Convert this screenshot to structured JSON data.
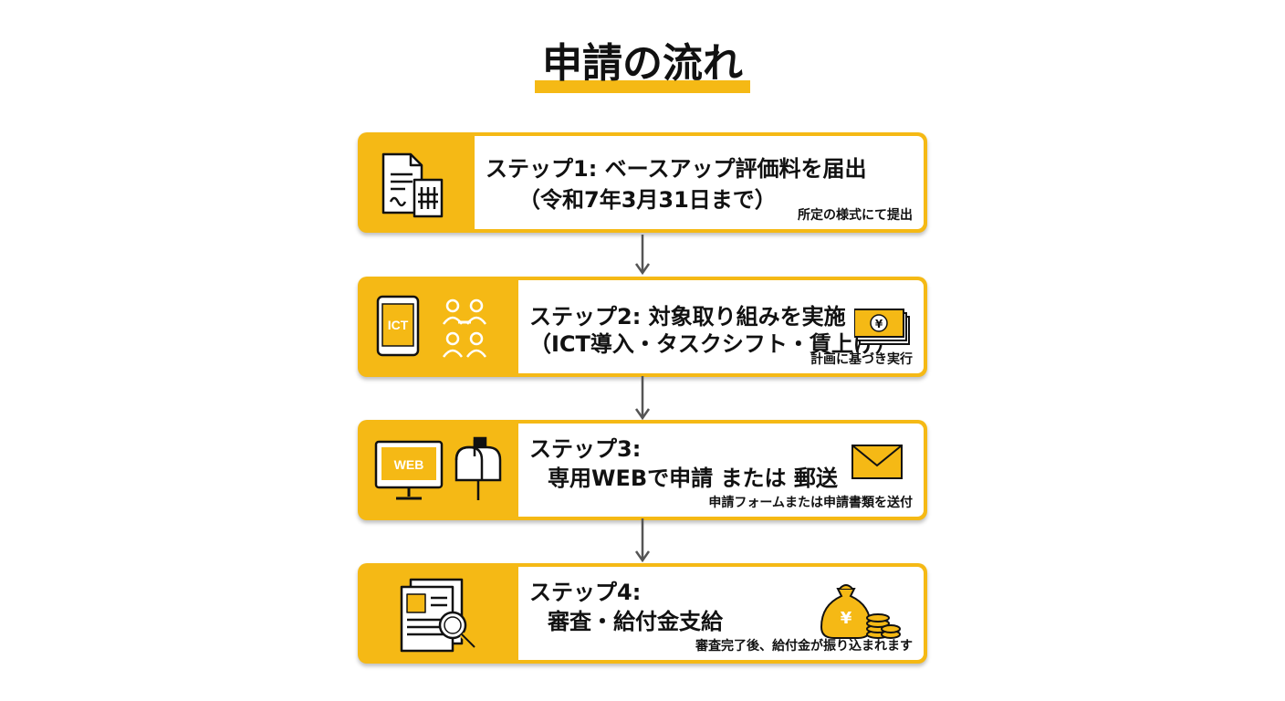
{
  "title": "申請の流れ",
  "steps": [
    {
      "line1": "ステップ1: ベースアップ評価料を届出",
      "line2": "（令和7年3月31日まで）",
      "note": "所定の様式にて提出",
      "icons": [
        "document-icon",
        "building-icon"
      ]
    },
    {
      "line1": "ステップ2: 対象取り組みを実施",
      "line2": "（ICT導入・タスクシフト・賃上げ）",
      "note": "計画に基づき実行",
      "icon_tablet_label": "ICT",
      "icons": [
        "tablet-icon",
        "handshake-meeting-icon",
        "yen-banknote-icon"
      ]
    },
    {
      "line1": "ステップ3:",
      "line2": "専用WEBで申請 または 郵送",
      "note": "申請フォームまたは申請書類を送付",
      "icon_monitor_label": "WEB",
      "icons": [
        "monitor-icon",
        "mailbox-icon",
        "envelope-icon"
      ]
    },
    {
      "line1": "ステップ4:",
      "line2": "審査・給付金支給",
      "note": "審査完了後、給付金が振り込まれます",
      "icons": [
        "document-magnifier-icon",
        "money-bag-yen-icon"
      ]
    }
  ],
  "colors": {
    "accent": "#f5b915",
    "text": "#111111",
    "arrow": "#555555"
  }
}
